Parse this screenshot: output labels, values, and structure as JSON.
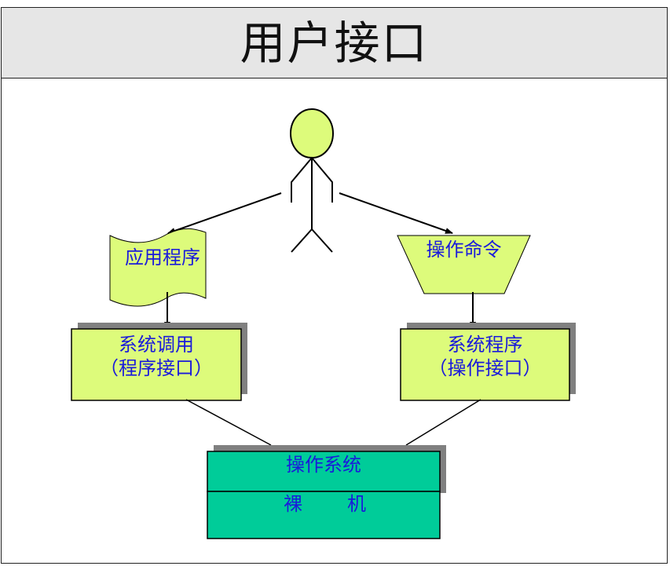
{
  "title": "用户接口",
  "nodes": {
    "app_program": "应用程序",
    "operation_command": "操作命令",
    "system_call": {
      "line1": "系统调用",
      "line2": "（程序接口）"
    },
    "system_program": {
      "line1": "系统程序",
      "line2": "（操作接口）"
    },
    "operating_system": "操作系统",
    "bare_machine": {
      "left": "裸",
      "right": "机"
    }
  },
  "colors": {
    "shape_fill": "#ddfb7b",
    "teal_fill": "#00cc99",
    "shadow": "#808080",
    "text_blue": "#1a1adb",
    "title_bar": "#e6e6e6"
  }
}
